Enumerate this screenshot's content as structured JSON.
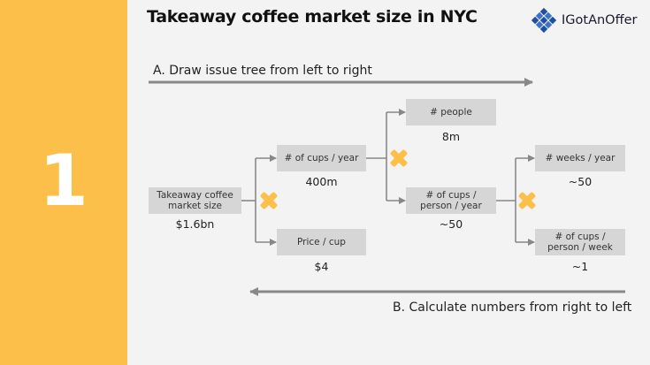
{
  "title": "Takeaway coffee market size in NYC",
  "step_number": "1",
  "logo": {
    "text": "IGotAnOffer",
    "icon": "diamond-grid-icon"
  },
  "top_arrow_label": "A. Draw issue tree from left to right",
  "bottom_arrow_label": "B. Calculate numbers from right to left",
  "nodes": {
    "market": {
      "label": "Takeaway coffee market size",
      "value": "$1.6bn"
    },
    "cups_year": {
      "label": "# of cups / year",
      "value": "400m"
    },
    "price_cup": {
      "label": "Price / cup",
      "value": "$4"
    },
    "people": {
      "label": "# people",
      "value": "8m"
    },
    "cups_person_year": {
      "label": "# of cups / person / year",
      "value": "~50"
    },
    "weeks_year": {
      "label": "# weeks / year",
      "value": "~50"
    },
    "cups_person_week": {
      "label": "# of cups / person / week",
      "value": "~1"
    }
  },
  "colors": {
    "sidebar": "#fcbf4a",
    "multiply": "#fcbf4a",
    "node": "#d6d6d6",
    "line": "#888888",
    "logo": "#1f4fa0"
  }
}
